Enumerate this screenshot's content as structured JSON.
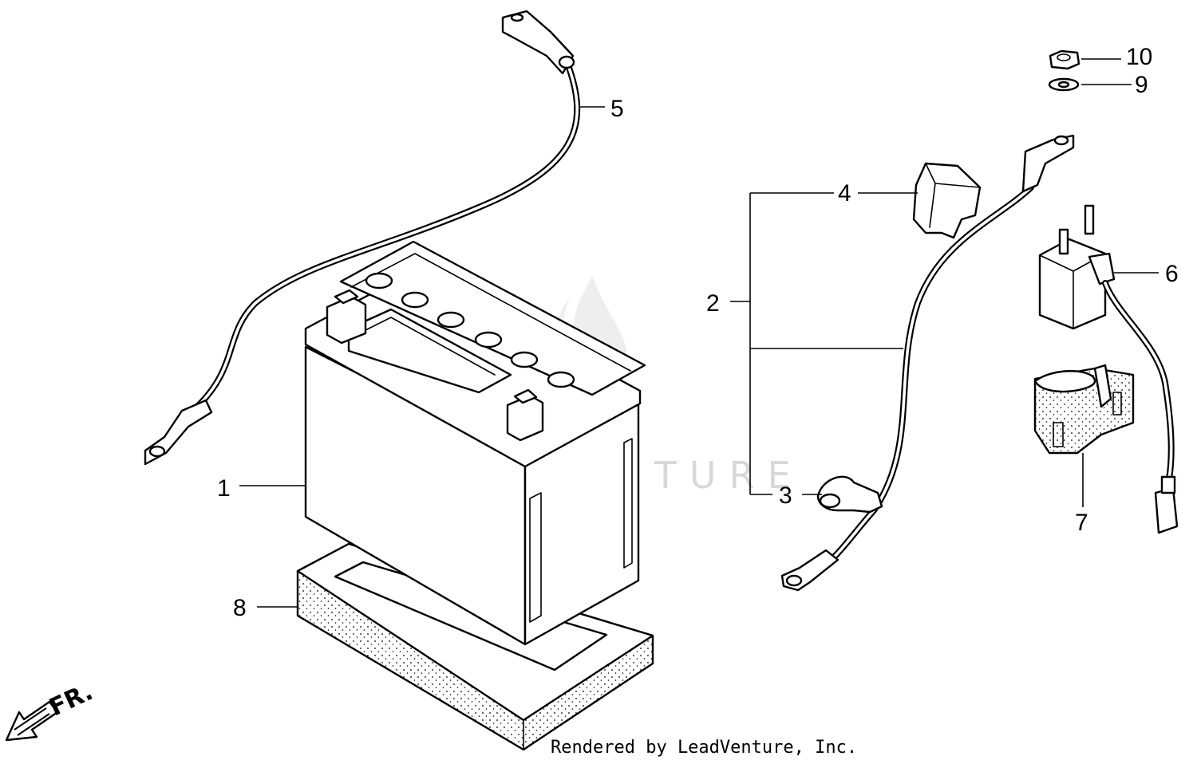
{
  "watermark": "LEADVENTURE",
  "credit": "Rendered by LeadVenture, Inc.",
  "direction_label": "FR.",
  "callouts": {
    "battery": "1",
    "cable_assembly": "2",
    "terminal_cover_small": "3",
    "terminal_cover_large": "4",
    "ground_cable": "5",
    "starter_relay": "6",
    "relay_holder": "7",
    "battery_tray_pad": "8",
    "washer": "9",
    "nut": "10"
  },
  "icons": [
    "direction-arrow-icon",
    "watermark-flame-icon"
  ]
}
